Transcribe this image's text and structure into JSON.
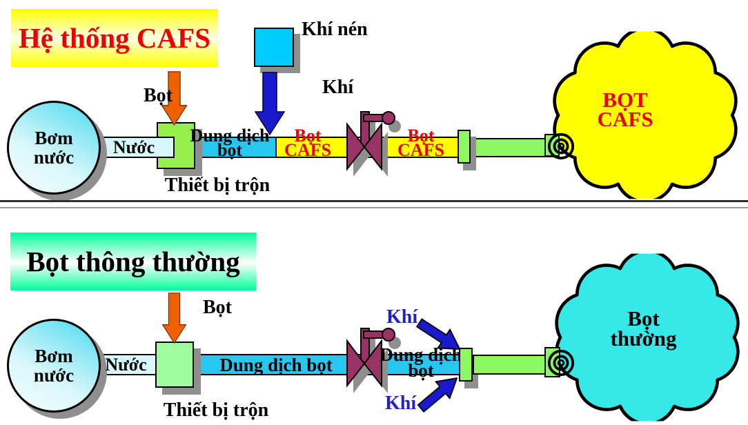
{
  "top": {
    "title": "Hệ thống CAFS",
    "air_tank": "Khí nén",
    "air": "Khí",
    "foam": "Bọt",
    "pump_line1": "Bơm",
    "pump_line2": "nước",
    "water": "Nước",
    "mixer": "Thiết bị trộn",
    "solution_line1": "Dung dịch",
    "solution_line2": "bọt",
    "cafs1_line1": "Bọt",
    "cafs1_line2": "CAFS",
    "cafs2_line1": "Bọt",
    "cafs2_line2": "CAFS",
    "cloud_line1": "BỌT",
    "cloud_line2": "CAFS"
  },
  "bottom": {
    "title": "Bọt thông thường",
    "foam": "Bọt",
    "pump_line1": "Bơm",
    "pump_line2": "nước",
    "water": "Nước",
    "mixer": "Thiết bị trộn",
    "solution_pipe": "Dung dịch bọt",
    "solution_after_line1": "Dung dịch",
    "solution_after_line2": "bọt",
    "air_top": "Khí",
    "air_bottom": "Khí",
    "cloud_line1": "Bọt",
    "cloud_line2": "thường"
  },
  "colors": {
    "accent-red": "#ee0000",
    "label-blue": "#2222cc",
    "banner-yellow": "#ffff00",
    "banner-green": "#00ff99",
    "pipe-water": "#d8f7fc",
    "pipe-solution": "#27c7f0",
    "pipe-yellow": "#ffff00",
    "pipe-green": "#8df862",
    "mixer-green-top": "#97ef4e",
    "mixer-green-bottom": "#9efb9e",
    "air-tank-cyan": "#00ccff",
    "arrow-orange": "#ee6100",
    "arrow-blue": "#1a1acd",
    "valve-maroon": "#993366",
    "shadow-gray": "#8f8f8f",
    "cloud-yellow": "#ffff00",
    "cloud-cyan": "#35e9e9"
  }
}
